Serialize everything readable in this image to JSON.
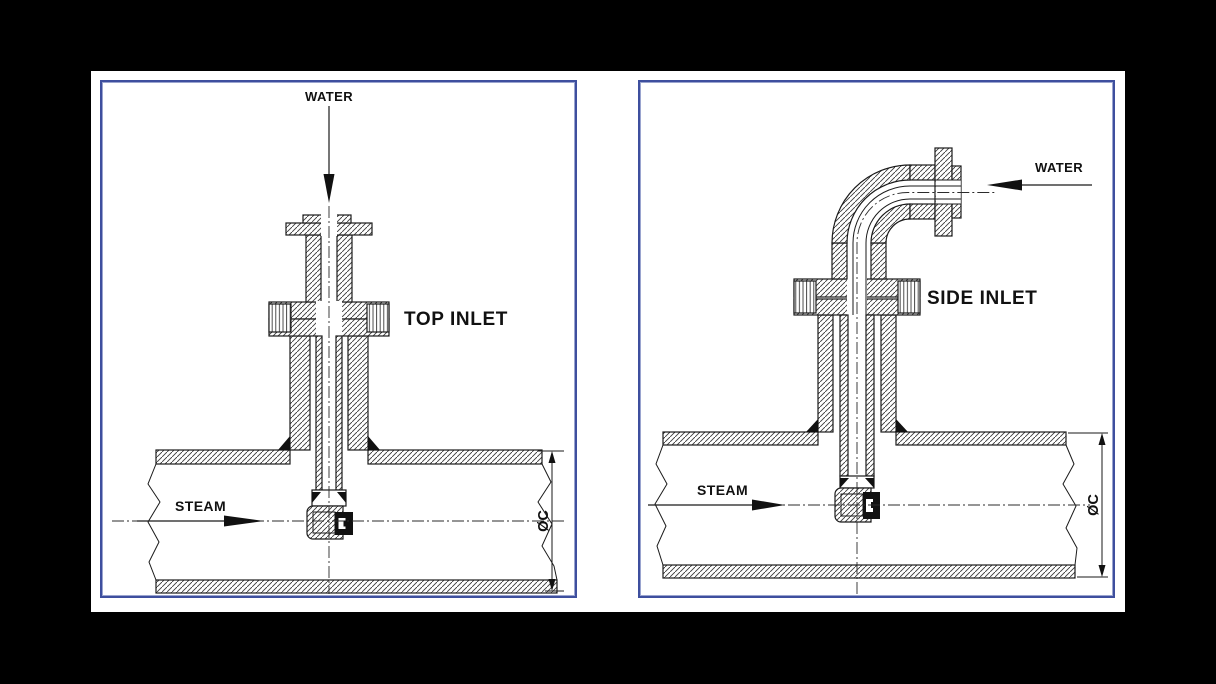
{
  "page": {
    "background_color": "#000000",
    "sheet_color": "#ffffff",
    "panel_border_color": "#3e4f9e",
    "ink_color": "#1a1a1a"
  },
  "panels": [
    {
      "id": "top-inlet",
      "title": "TOP INLET",
      "water_label": "WATER",
      "steam_label": "STEAM",
      "pipe_diameter_label": "ØC",
      "water_flow_direction": "down",
      "steam_flow_direction": "right"
    },
    {
      "id": "side-inlet",
      "title": "SIDE INLET",
      "water_label": "WATER",
      "steam_label": "STEAM",
      "pipe_diameter_label": "ØC",
      "water_flow_direction": "left",
      "steam_flow_direction": "right"
    }
  ]
}
